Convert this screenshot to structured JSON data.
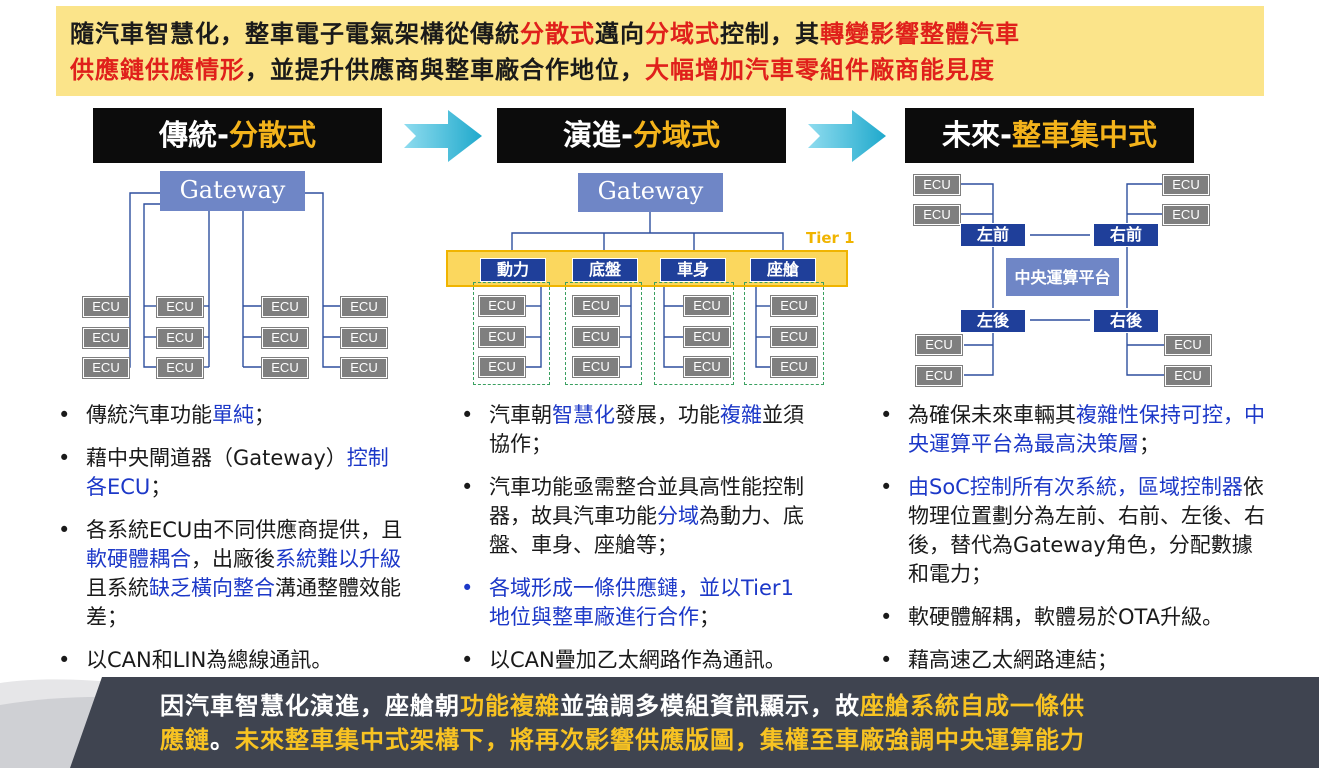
{
  "banner": {
    "line1": [
      {
        "t": "隨汽車智慧化，整車電子電氣架構從傳統",
        "c": "dark"
      },
      {
        "t": "分散式",
        "c": "red"
      },
      {
        "t": "邁向",
        "c": "dark"
      },
      {
        "t": "分域式",
        "c": "red"
      },
      {
        "t": "控制，其",
        "c": "dark"
      },
      {
        "t": "轉變影響整體汽車",
        "c": "red"
      }
    ],
    "line2": [
      {
        "t": "供應鏈供應情形",
        "c": "red"
      },
      {
        "t": "，並提升供應商與整車廠合作地位，",
        "c": "dark"
      },
      {
        "t": "大幅增加汽車零組件廠商能見度",
        "c": "red"
      }
    ]
  },
  "columns": [
    {
      "prefix": "傳統-",
      "accent": "分散式"
    },
    {
      "prefix": "演進-",
      "accent": "分域式"
    },
    {
      "prefix": "未來-",
      "accent": "整車集中式"
    }
  ],
  "diagram": {
    "gateway_label": "Gateway",
    "ecu_label": "ECU",
    "tier_label": "Tier 1",
    "domains": [
      "動力",
      "底盤",
      "車身",
      "座艙"
    ],
    "zones": [
      "左前",
      "右前",
      "左後",
      "右後"
    ],
    "central_label": "中央運算平台"
  },
  "left_bullets": [
    [
      {
        "t": "傳統汽車功能"
      },
      {
        "t": "單純",
        "c": "b"
      },
      {
        "t": "；"
      }
    ],
    [
      {
        "t": "藉中央閘道器（Gateway）"
      },
      {
        "t": "控制各ECU",
        "c": "b"
      },
      {
        "t": "；"
      }
    ],
    [
      {
        "t": "各系統ECU由不同供應商提供，且"
      },
      {
        "t": "軟硬體耦合",
        "c": "b"
      },
      {
        "t": "，出廠後"
      },
      {
        "t": "系統難以升級",
        "c": "b"
      },
      {
        "t": "且系統"
      },
      {
        "t": "缺乏橫向整合",
        "c": "b"
      },
      {
        "t": "溝通整體效能差；"
      }
    ],
    [
      {
        "t": "以CAN和LIN為總線通訊。"
      }
    ]
  ],
  "mid_bullets": [
    [
      {
        "t": "汽車朝"
      },
      {
        "t": "智慧化",
        "c": "b"
      },
      {
        "t": "發展，功能"
      },
      {
        "t": "複雜",
        "c": "b"
      },
      {
        "t": "並須協作；"
      }
    ],
    [
      {
        "t": "汽車功能亟需整合並具高性能控制器，故具汽車功能"
      },
      {
        "t": "分域",
        "c": "b"
      },
      {
        "t": "為動力、底盤、車身、座艙等；"
      }
    ],
    [
      {
        "t": "各域形成一條供應鏈，並以Tier1地位與整車廠進行合作",
        "c": "b"
      },
      {
        "t": "；"
      }
    ],
    [
      {
        "t": "以CAN疊加乙太網路作為通訊。"
      }
    ]
  ],
  "right_bullets": [
    [
      {
        "t": "為確保未來車輛其"
      },
      {
        "t": "複雜性保持可控，中央運算平台為最高決策層",
        "c": "b"
      },
      {
        "t": "；"
      }
    ],
    [
      {
        "t": "由SoC控制所有次系統，區域控制器",
        "c": "b"
      },
      {
        "t": "依物理位置劃分為左前、右前、左後、右後，替代為Gateway角色，分配數據和電力；"
      }
    ],
    [
      {
        "t": "軟硬體解耦，軟體易於OTA升級。"
      }
    ],
    [
      {
        "t": "藉高速乙太網路連結；"
      }
    ]
  ],
  "bullet_glyph": "•",
  "bottom": {
    "line1": [
      {
        "t": "因汽車智慧化演進，座艙朝"
      },
      {
        "t": "功能複雜",
        "c": "yel"
      },
      {
        "t": "並強調多模組資訊顯示，故"
      },
      {
        "t": "座艙系統自成一條供",
        "c": "yel"
      }
    ],
    "line2": [
      {
        "t": "應鏈",
        "c": "yel"
      },
      {
        "t": "。"
      },
      {
        "t": "未來整車集中式架構下，將再次影響供應版圖，集權至車廠強調中央運算能力",
        "c": "yel"
      }
    ]
  },
  "colors": {
    "banner_bg": "#fbe48a",
    "red": "#e0201b",
    "accent_orange": "#f4b31b",
    "blue_text": "#1c38c8",
    "gateway_blue": "#6f86c6",
    "domain_blue": "#1f3f9a",
    "ecu_gray": "#7f7f7f",
    "arrow_teal": "#2bb8d6"
  },
  "icons": {
    "arrow": "right-arrow-icon"
  }
}
